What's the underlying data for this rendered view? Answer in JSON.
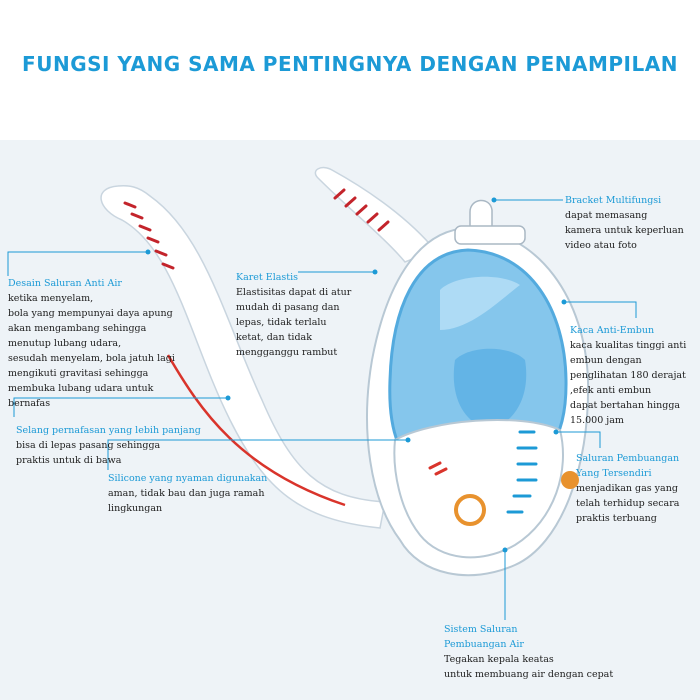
{
  "headline": "FUNGSI YANG SAMA PENTINGNYA DENGAN PENAMPILAN",
  "colors": {
    "accent": "#1c9ad6",
    "text": "#1d1d1d",
    "background": "#eef3f7",
    "mask_blue": "#7fc3ec",
    "frame_white": "#ffffff",
    "red_line": "#d9342b",
    "orange_valve": "#e8922e"
  },
  "callouts": {
    "bracket": {
      "title": "Bracket Multifungsi",
      "body": "dapat memasang\nkamera untuk keperluan\nvideo atau foto"
    },
    "desain": {
      "title": "Desain Saluran Anti Air",
      "body": "ketika menyelam,\nbola yang mempunyai daya apung\nakan mengambang sehingga\nmenutup lubang udara,\nsesudah menyelam, bola jatuh lagi\nmengikuti gravitasi sehingga\nmembuka lubang udara untuk\nbernafas"
    },
    "karet": {
      "title": "Karet Elastis",
      "body": "Elastisitas dapat di atur\nmudah di pasang dan\nlepas, tidak terlalu\nketat, dan tidak\nmengganggu rambut"
    },
    "kaca": {
      "title": "Kaca Anti-Embun",
      "body": "kaca kualitas tinggi anti\nembun dengan\npenglihatan 180 derajat\n,efek anti embun\ndapat bertahan hingga\n15.000 jam"
    },
    "selang": {
      "title": "Selang pernafasan yang lebih panjang",
      "body": "bisa di lepas pasang sehingga\npraktis untuk di bawa"
    },
    "silicone": {
      "title": "Silicone yang nyaman digunakan",
      "body": "aman, tidak bau dan juga ramah\nlingkungan"
    },
    "saluran": {
      "title": "Saluran Pembuangan\nYang Tersendiri",
      "body": "menjadikan gas yang\ntelah terhidup secara\npraktis terbuang"
    },
    "sistem": {
      "title": "Sistem Saluran\nPembuangan Air",
      "body": "Tegakan kepala keatas\nuntuk membuang air dengan cepat"
    }
  }
}
